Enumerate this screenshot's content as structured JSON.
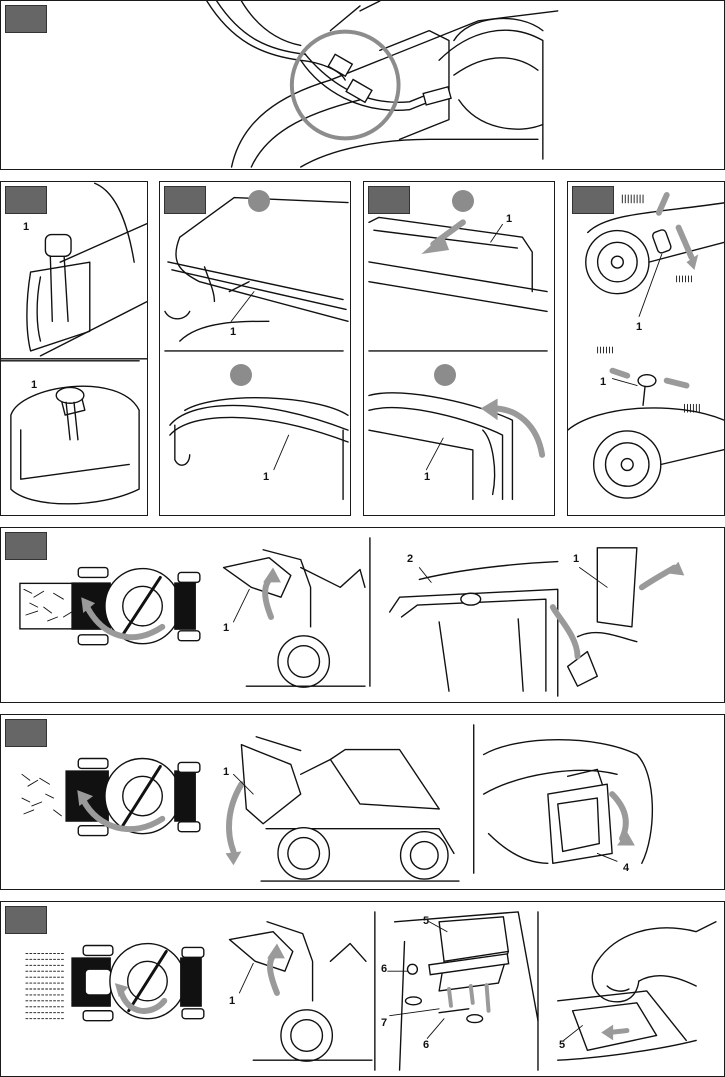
{
  "labels": {
    "one": "1",
    "two": "2",
    "four": "4",
    "five": "5",
    "six": "6",
    "seven": "7"
  },
  "colors": {
    "tab": "#666666",
    "step_circle": "#8c8c8c",
    "arrow": "#9a9a9a",
    "line": "#111111"
  },
  "icons": {
    "step_marker": "grey-circle-step-icon",
    "direction_arrow": "curved-arrow-icon"
  }
}
